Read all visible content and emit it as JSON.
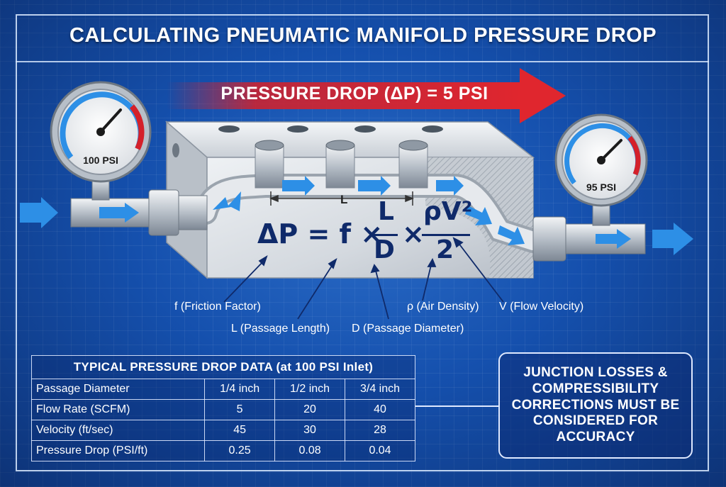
{
  "title": "CALCULATING PNEUMATIC MANIFOLD PRESSURE DROP",
  "pressure_drop_label": "PRESSURE DROP (ΔP) = 5 PSI",
  "inlet_gauge": {
    "label": "100 PSI",
    "value_psi": 100
  },
  "outlet_gauge": {
    "label": "95 PSI",
    "value_psi": 95
  },
  "length_label": "L",
  "equation": {
    "lhs": "ΔP = f ×",
    "frac1_num": "L",
    "frac1_den": "D",
    "times": "×",
    "frac2_num": "ρV²",
    "frac2_den": "2"
  },
  "callouts": {
    "friction": "f (Friction Factor)",
    "length": "L (Passage Length)",
    "diameter": "D (Passage Diameter)",
    "density": "ρ (Air Density)",
    "velocity": "V (Flow Velocity)"
  },
  "table": {
    "title": "TYPICAL PRESSURE DROP DATA (at 100 PSI Inlet)",
    "rows": [
      [
        "Passage Diameter",
        "1/4 inch",
        "1/2 inch",
        "3/4 inch"
      ],
      [
        "Flow Rate (SCFM)",
        "5",
        "20",
        "40"
      ],
      [
        "Velocity (ft/sec)",
        "45",
        "30",
        "28"
      ],
      [
        "Pressure Drop (PSI/ft)",
        "0.25",
        "0.08",
        "0.04"
      ]
    ]
  },
  "note": "JUNCTION LOSSES & COMPRESSIBILITY CORRECTIONS MUST BE CONSIDERED FOR ACCURACY",
  "colors": {
    "background": "#1552b0",
    "arrow_red": "#d4202a",
    "flow_blue": "#2d8fe6",
    "equation": "#0f2a6a"
  }
}
